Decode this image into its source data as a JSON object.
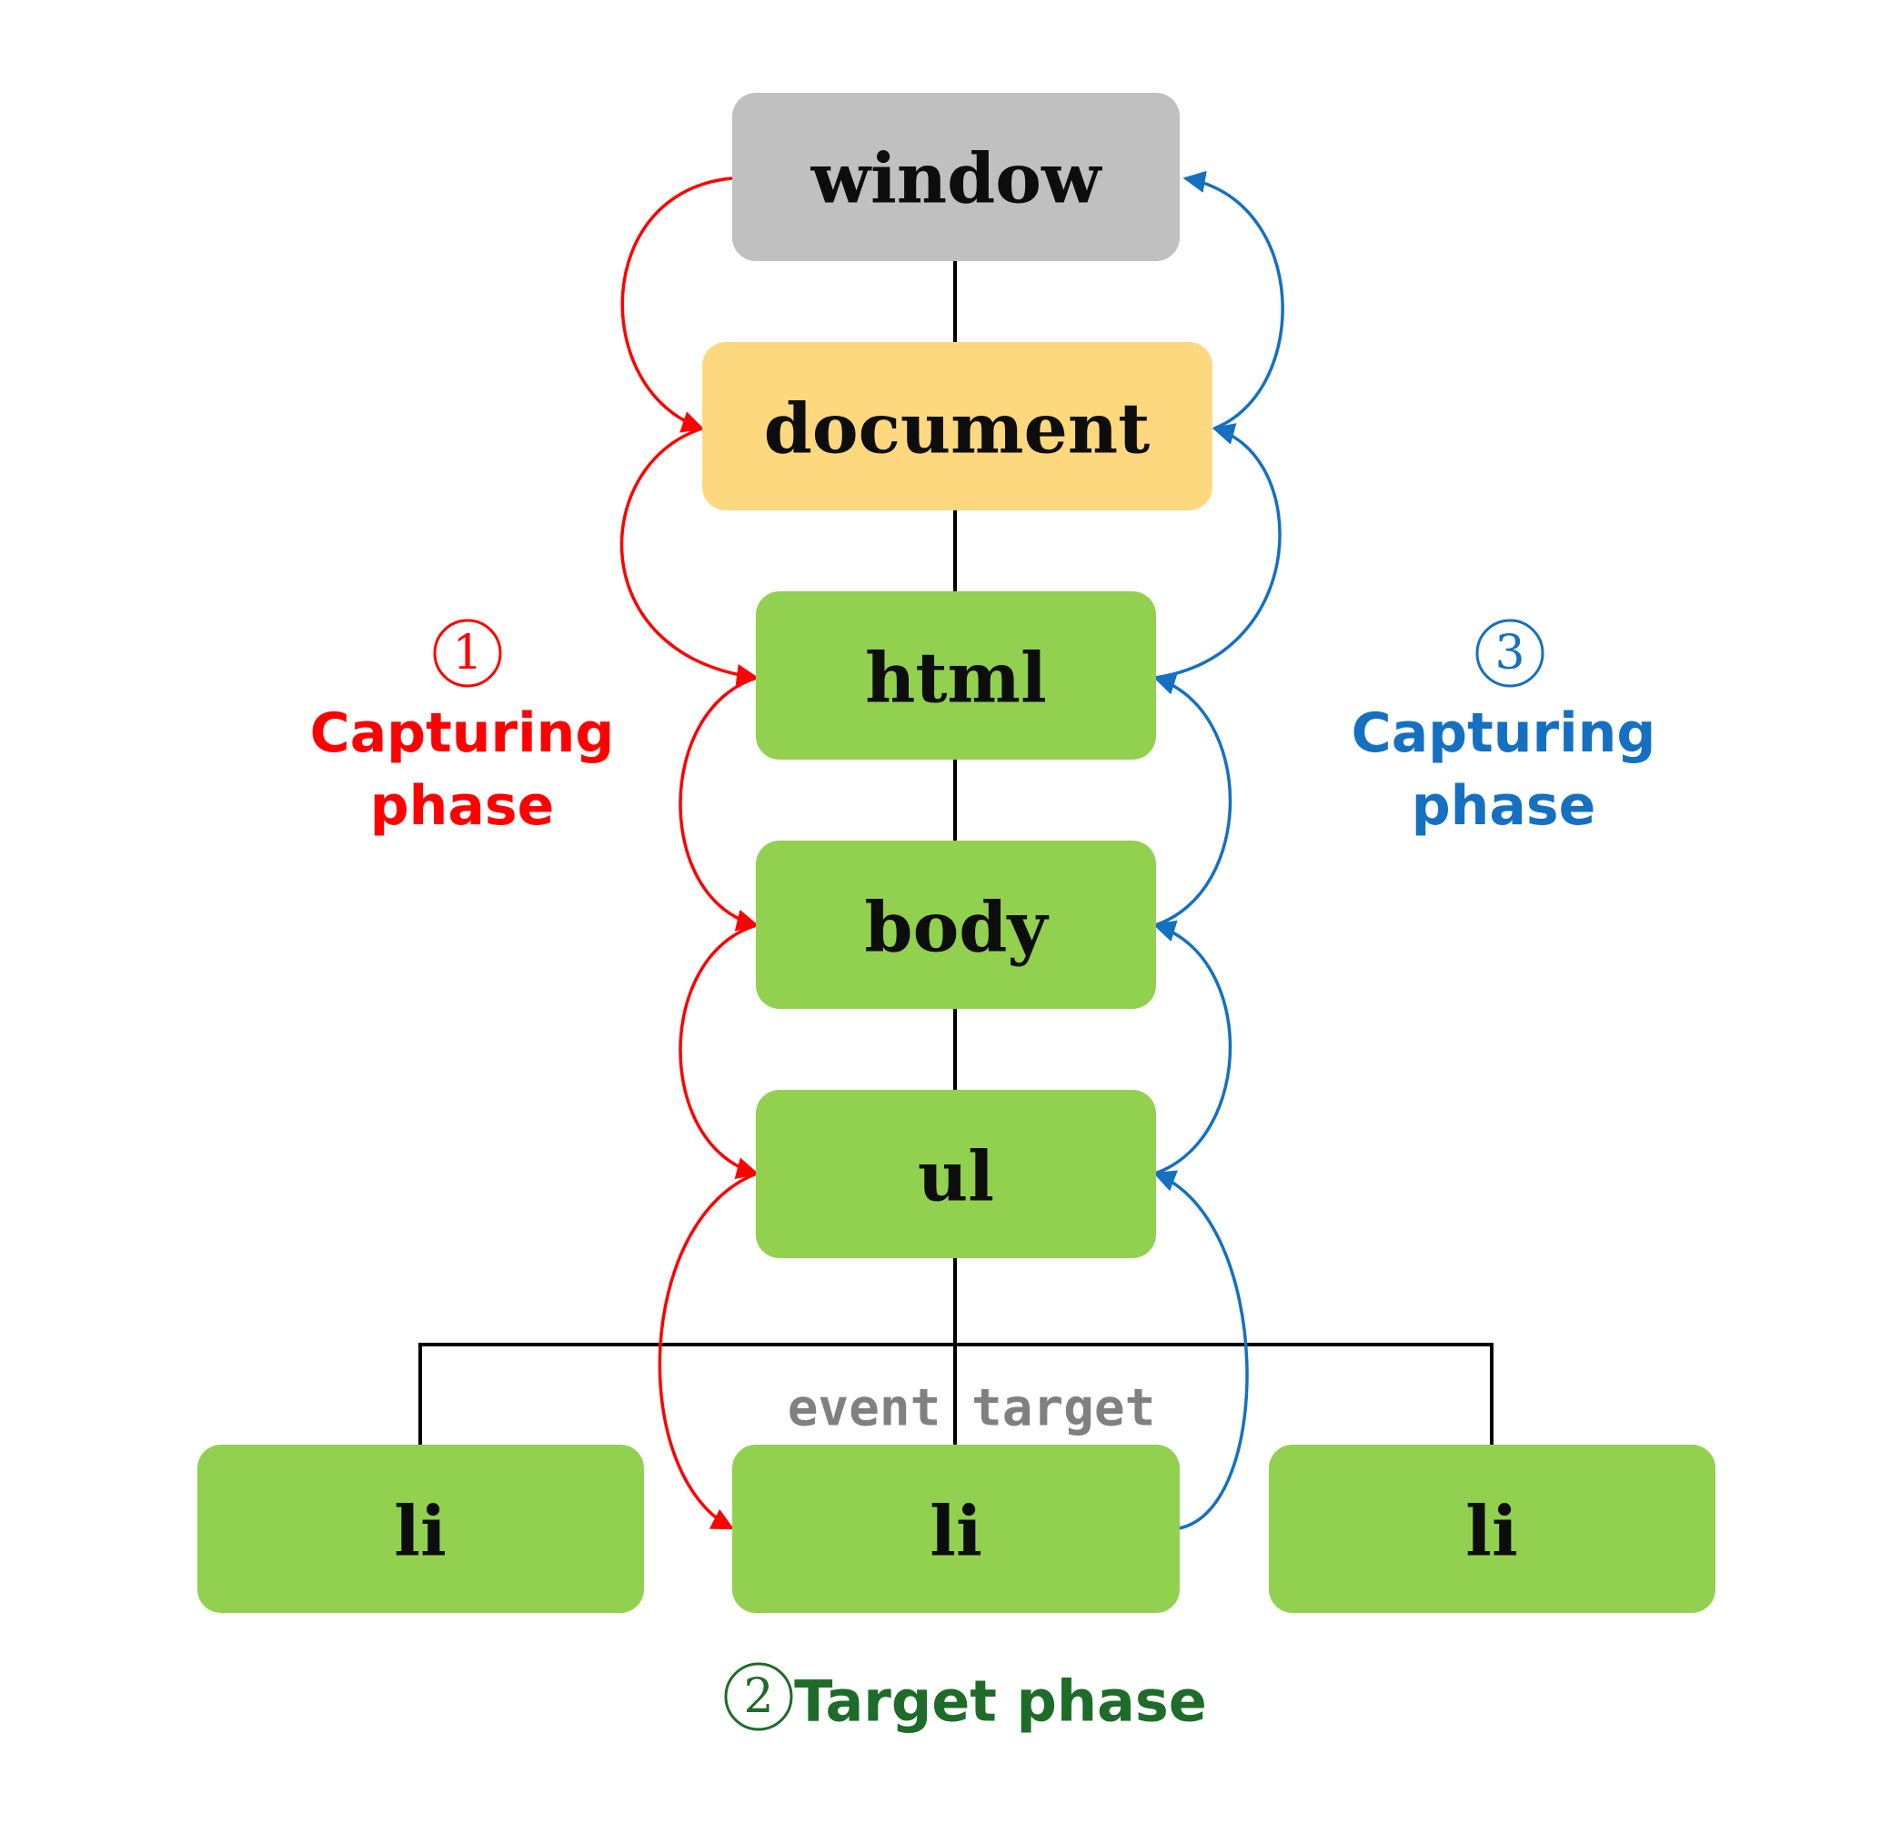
{
  "nodes": {
    "window": "window",
    "document": "document",
    "html": "html",
    "body": "body",
    "ul": "ul",
    "li_left": "li",
    "li_center": "li",
    "li_right": "li"
  },
  "capture_phase": {
    "number": "①",
    "line1": "Capturing",
    "line2": "phase"
  },
  "bubble_phase": {
    "number": "③",
    "line1": "Capturing",
    "line2": "phase"
  },
  "target_phase": {
    "number": "②",
    "label": "Target phase"
  },
  "event_target_label": "event target",
  "colors": {
    "window": "#c0c0c0",
    "document": "#fdd87f",
    "element": "#92d050",
    "capture_arrow": "#ff0000",
    "bubble_arrow": "#1570c1",
    "target_phase": "#1f6b2a",
    "event_target": "#808080"
  }
}
